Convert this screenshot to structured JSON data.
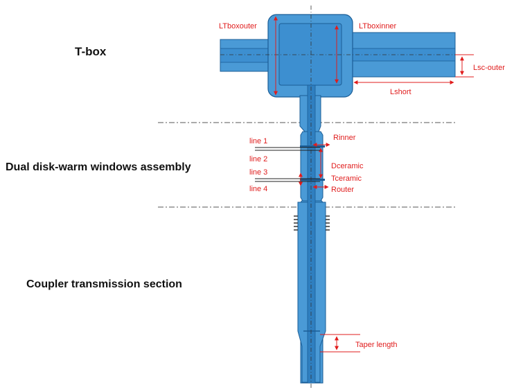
{
  "sections": {
    "tbox": "T-box",
    "window": "Dual disk-warm windows assembly",
    "coupler": "Coupler transmission section"
  },
  "labels": {
    "ltbox_outer": "LTboxouter",
    "ltbox_inner": "LTboxinner",
    "lsc_outer": "Lsc-outer",
    "lshort": "Lshort",
    "rinner": "Rinner",
    "dceramic": "Dceramic",
    "tceramic": "Tceramic",
    "router": "Router",
    "taper_length": "Taper length",
    "line1": "line 1",
    "line2": "line 2",
    "line3": "line 3",
    "line4": "line 4"
  },
  "colors": {
    "body_fill": "#4a9ad6",
    "body_dark": "#2f7fc0",
    "inner_fill": "#3d8fd0",
    "outline": "#1b5d96",
    "annotation": "#e01c1c",
    "divider": "#555555",
    "section_text": "#111111"
  }
}
